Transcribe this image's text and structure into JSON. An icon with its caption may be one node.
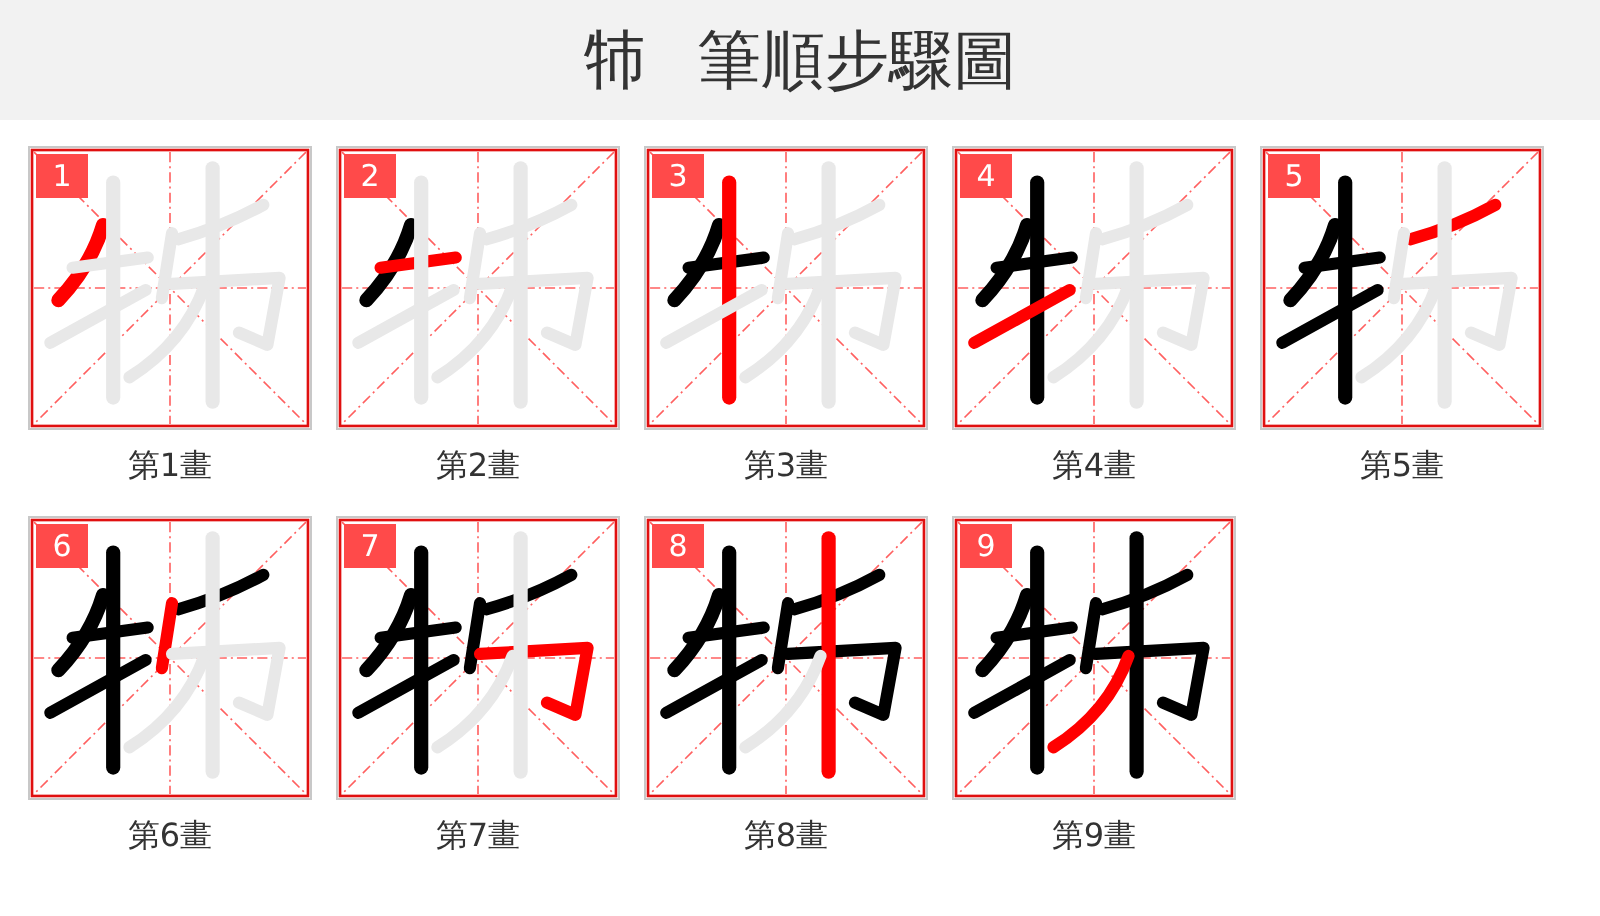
{
  "diagram": {
    "title": "㸬 筆順步驟圖",
    "nodes": [
      {
        "text": [
          "1"
        ],
        "beside": [
          "第1畫"
        ]
      },
      {
        "text": [
          "2"
        ],
        "beside": [
          "第2畫"
        ]
      },
      {
        "text": [
          "3"
        ],
        "beside": [
          "第3畫"
        ]
      },
      {
        "text": [
          "4"
        ],
        "beside": [
          "第4畫"
        ]
      },
      {
        "text": [
          "5"
        ],
        "beside": [
          "第5畫"
        ]
      },
      {
        "text": [
          "6"
        ],
        "beside": [
          "第6畫"
        ]
      },
      {
        "text": [
          "7"
        ],
        "beside": [
          "第7畫"
        ]
      },
      {
        "text": [
          "8"
        ],
        "beside": [
          "第8畫"
        ]
      },
      {
        "text": [
          "9"
        ],
        "beside": [
          "第9畫"
        ]
      }
    ]
  }
}
